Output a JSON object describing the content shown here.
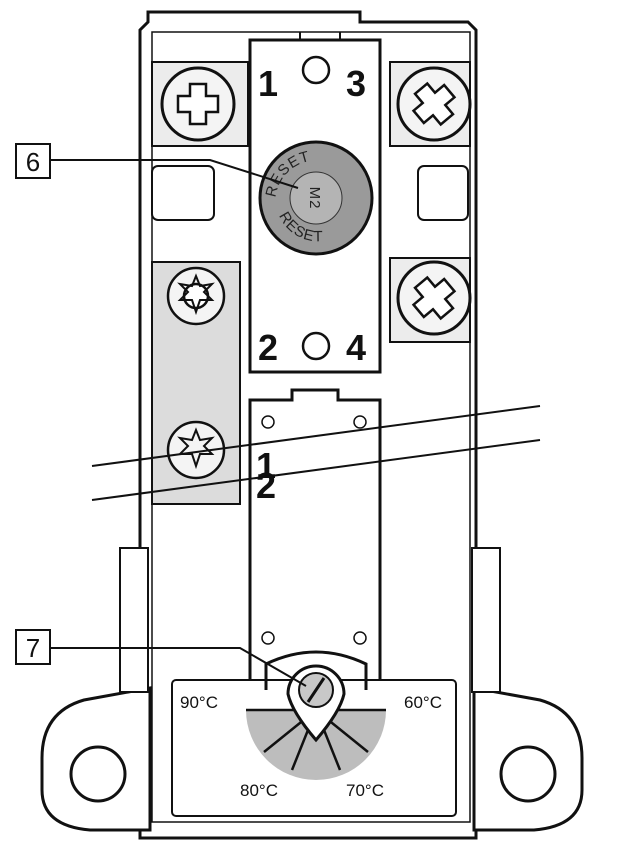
{
  "terminals": {
    "t1": "1",
    "t3": "3",
    "t2": "2",
    "t4": "4",
    "lower_t1": "1",
    "lower_t2": "2"
  },
  "reset_button": {
    "top_text": "RESET",
    "bottom_text": "RESET",
    "center_text": "M2"
  },
  "callouts": {
    "reset_callout": "6",
    "dial_callout": "7"
  },
  "temperature_scale": {
    "t90": "90°C",
    "t60": "60°C",
    "t80": "80°C",
    "t70": "70°C"
  },
  "colors": {
    "line": "#111111",
    "reset_grey": "#9a9a9a",
    "dial_sector": "#bdbdbd",
    "metal": "#e6e6e6"
  }
}
